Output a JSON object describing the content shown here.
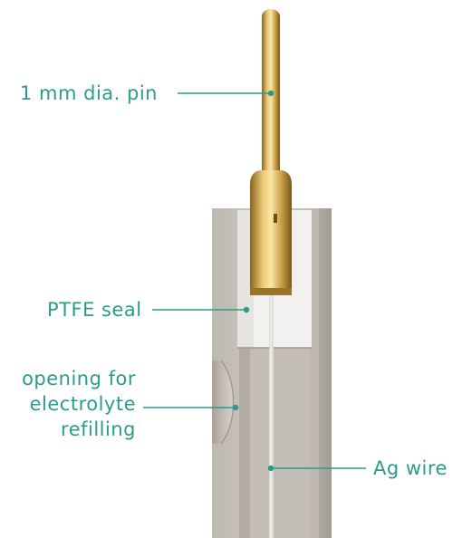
{
  "labels": {
    "pin": "1 mm dia. pin",
    "ptfe_seal": "PTFE seal",
    "opening_line1": "opening for",
    "opening_line2": "electrolyte",
    "opening_line3": "refilling",
    "ag_wire": "Ag wire"
  },
  "colors": {
    "annotation": "#2a9d8a",
    "body": "#c9c4bc",
    "body_shadow": "#b3ada4",
    "ptfe": "#f1f0ee",
    "gold": "#d9b45a",
    "gold_dark": "#a8802e",
    "wire": "#dcdad6"
  }
}
